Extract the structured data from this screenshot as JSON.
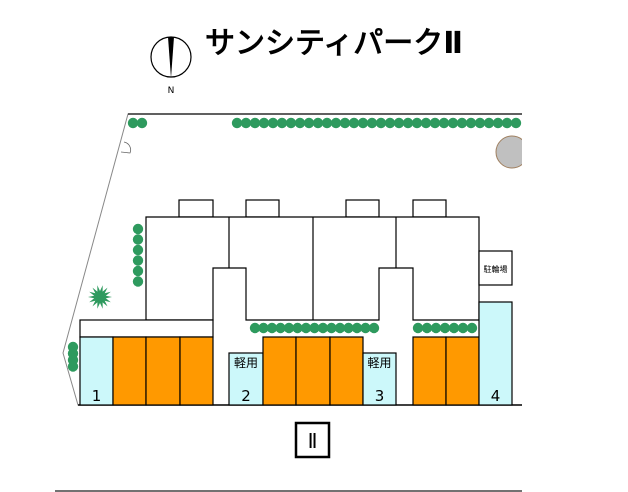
{
  "header": {
    "title": "サンシティパークⅡ",
    "compass_label": "N"
  },
  "map": {
    "bike_parking_label": "駐輪場",
    "kei_label_2": "軽用",
    "kei_label_3": "軽用",
    "spots": [
      "1",
      "2",
      "3",
      "4"
    ],
    "building_label": "Ⅱ"
  },
  "colors": {
    "hedge": "#2e9a5e",
    "parking": "#ff9900",
    "visitor": "#ccf8fa",
    "stone": "#c0c0c0"
  }
}
